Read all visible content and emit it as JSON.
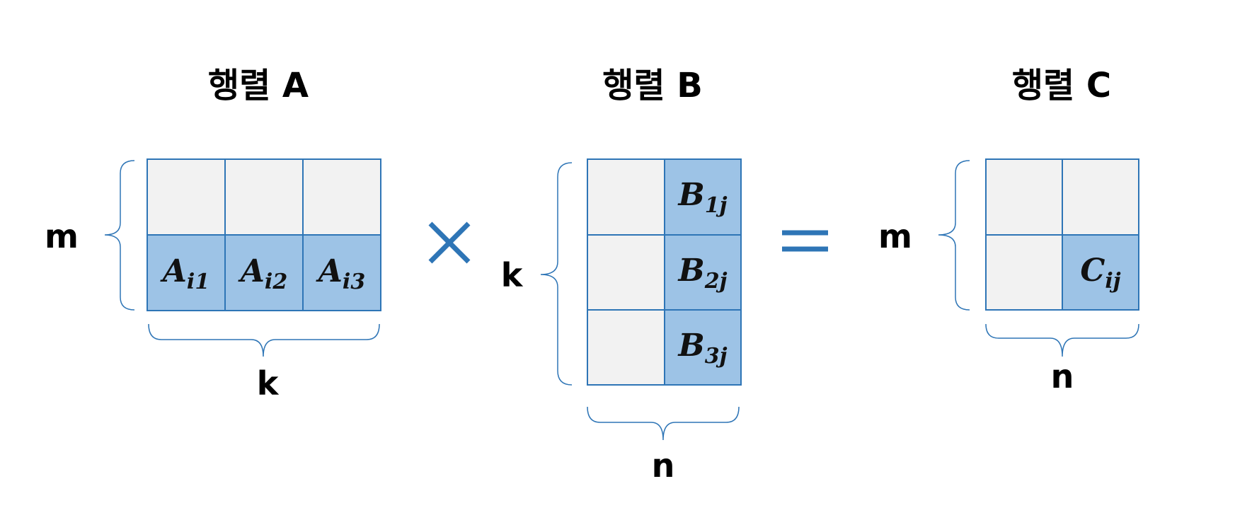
{
  "titles": {
    "a": "행렬 A",
    "b": "행렬 B",
    "c": "행렬 C"
  },
  "dims": {
    "a_rows": "m",
    "a_cols": "k",
    "b_rows": "k",
    "b_cols": "n",
    "c_rows": "m",
    "c_cols": "n"
  },
  "cells": {
    "a": [
      {
        "main": "A",
        "sub": "i1"
      },
      {
        "main": "A",
        "sub": "i2"
      },
      {
        "main": "A",
        "sub": "i3"
      }
    ],
    "b": [
      {
        "main": "B",
        "sub": "1j"
      },
      {
        "main": "B",
        "sub": "2j"
      },
      {
        "main": "B",
        "sub": "3j"
      }
    ],
    "c": {
      "main": "C",
      "sub": "ij"
    }
  },
  "operators": {
    "multiply": "multiply-symbol",
    "equals": "equals-symbol"
  },
  "colors": {
    "accent": "#2e75b6",
    "highlight_fill": "#9dc3e6",
    "empty_fill": "#f2f2f2"
  }
}
